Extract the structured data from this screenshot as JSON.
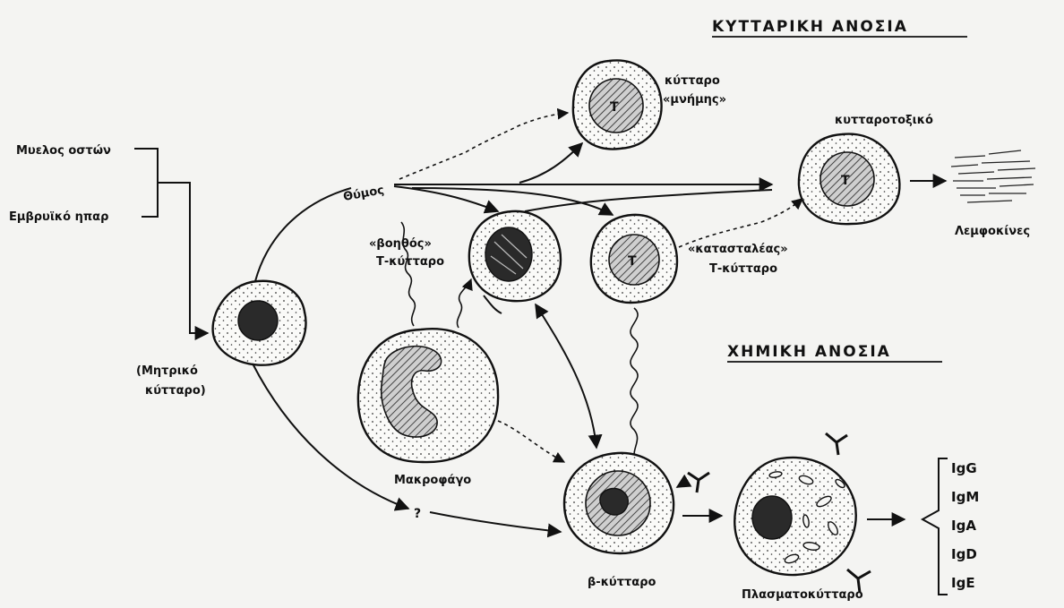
{
  "headers": {
    "cellular_immunity": "ΚΥΤΤΑΡΙΚΗ ΑΝΟΣΙΑ",
    "humoral_immunity": "ΧΗΜΙΚΗ ΑΝΟΣΙΑ"
  },
  "labels": {
    "bone_marrow": "Μυελος οστών",
    "fetal_liver": "Εμβρυϊκό ηπαρ",
    "stem_cell_line1": "(Μητρικό",
    "stem_cell_line2": "κύτταρο)",
    "thymus": "Θύμος",
    "memory_cell_line1": "κύτταρο",
    "memory_cell_line2": "«μνήμης»",
    "cytotoxic": "κυτταροτοξικό",
    "helper_line1": "«βοηθός»",
    "helper_line2": "Τ-κύτταρο",
    "suppressor_line1": "«κατασταλέας»",
    "suppressor_line2": "Τ-κύτταρο",
    "lymphokines": "Λεμφοκίνες",
    "macrophage": "Μακροφάγο",
    "unknown": "?",
    "b_cell": "β-κύτταρο",
    "plasma_cell": "Πλασματοκύτταρο",
    "t_letter": "T"
  },
  "immunoglobulins": [
    "IgG",
    "IgM",
    "IgA",
    "IgD",
    "IgE"
  ]
}
